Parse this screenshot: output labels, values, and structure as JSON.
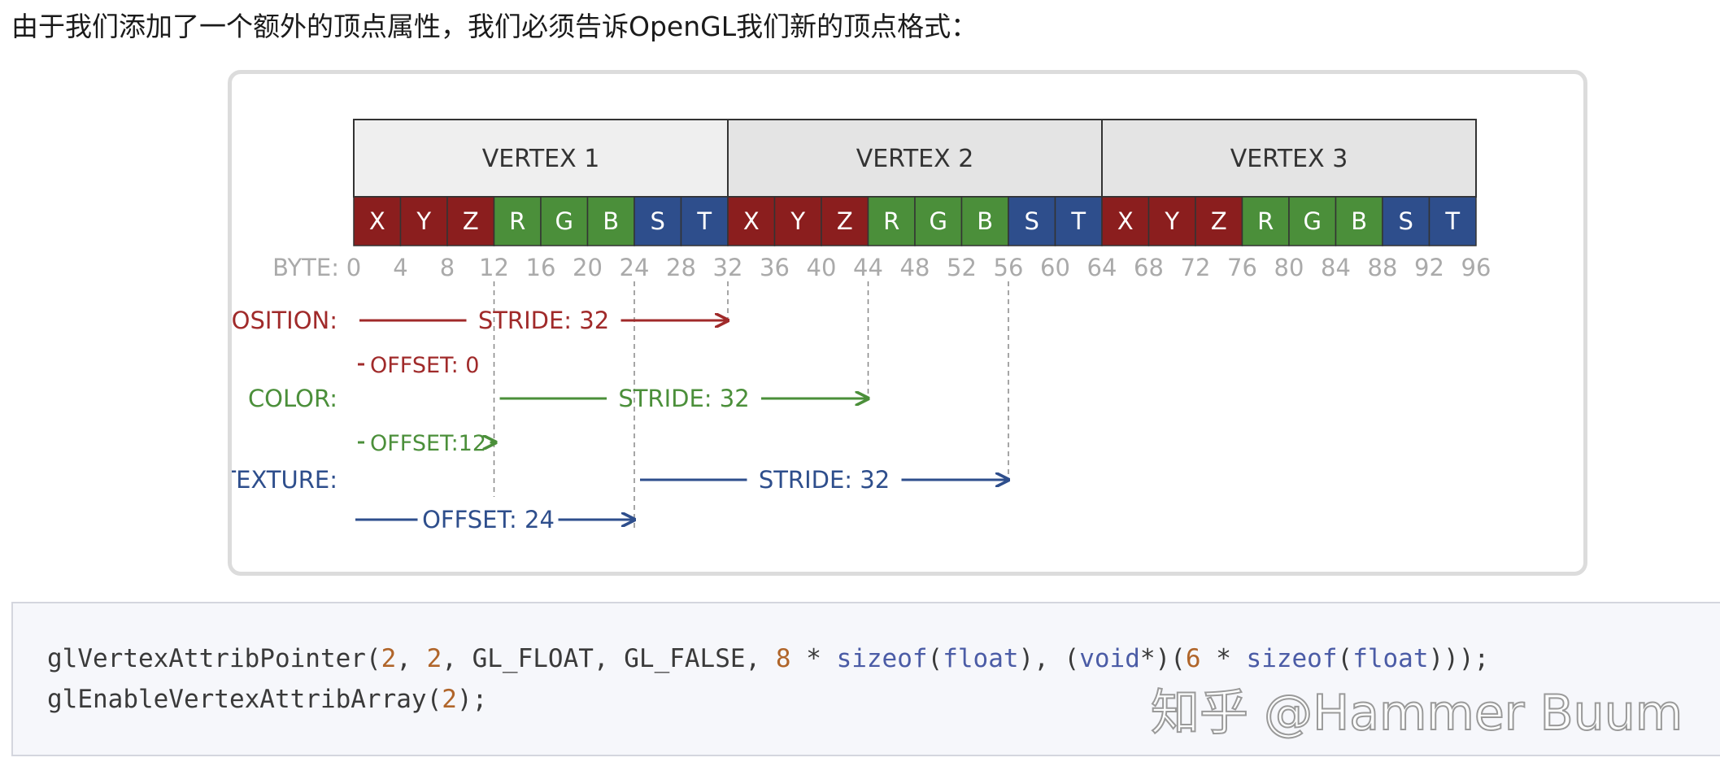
{
  "intro_text": "由于我们添加了一个额外的顶点属性，我们必须告诉OpenGL我们新的顶点格式：",
  "diagram": {
    "vertices": [
      "VERTEX 1",
      "VERTEX 2",
      "VERTEX 3"
    ],
    "components": [
      "X",
      "Y",
      "Z",
      "R",
      "G",
      "B",
      "S",
      "T"
    ],
    "component_colors": {
      "position": "#8b1e1e",
      "color": "#4b8f3a",
      "texture": "#2e4e8c"
    },
    "byte_label": "BYTE:",
    "byte_ticks": [
      "0",
      "4",
      "8",
      "12",
      "16",
      "20",
      "24",
      "28",
      "32",
      "36",
      "40",
      "44",
      "48",
      "52",
      "56",
      "60",
      "64",
      "68",
      "72",
      "76",
      "80",
      "84",
      "88",
      "92",
      "96"
    ],
    "attributes": [
      {
        "label": "POSITION:",
        "stride": "STRIDE: 32",
        "offset": "OFFSET: 0",
        "color": "#a02a2a"
      },
      {
        "label": "COLOR:",
        "stride": "STRIDE: 32",
        "offset": "OFFSET:12",
        "color": "#4b8f3a"
      },
      {
        "label": "TEXTURE:",
        "stride": "STRIDE: 32",
        "offset": "OFFSET: 24",
        "color": "#2e4e8c"
      }
    ]
  },
  "code": {
    "line1": {
      "t1": "glVertexAttribPointer(",
      "n1": "2",
      "t2": ", ",
      "n2": "2",
      "t3": ", GL_FLOAT, GL_FALSE, ",
      "n3": "8",
      "t4": " * ",
      "k1": "sizeof",
      "t5": "(",
      "k2": "float",
      "t6": "), (",
      "k3": "void",
      "t7": "*)(",
      "n4": "6",
      "t8": " * ",
      "k4": "sizeof",
      "t9": "(",
      "k5": "float",
      "t10": ")));"
    },
    "line2": {
      "t1": "glEnableVertexAttribArray(",
      "n1": "2",
      "t2": ");"
    }
  },
  "watermark": "知乎 @Hammer Buum"
}
